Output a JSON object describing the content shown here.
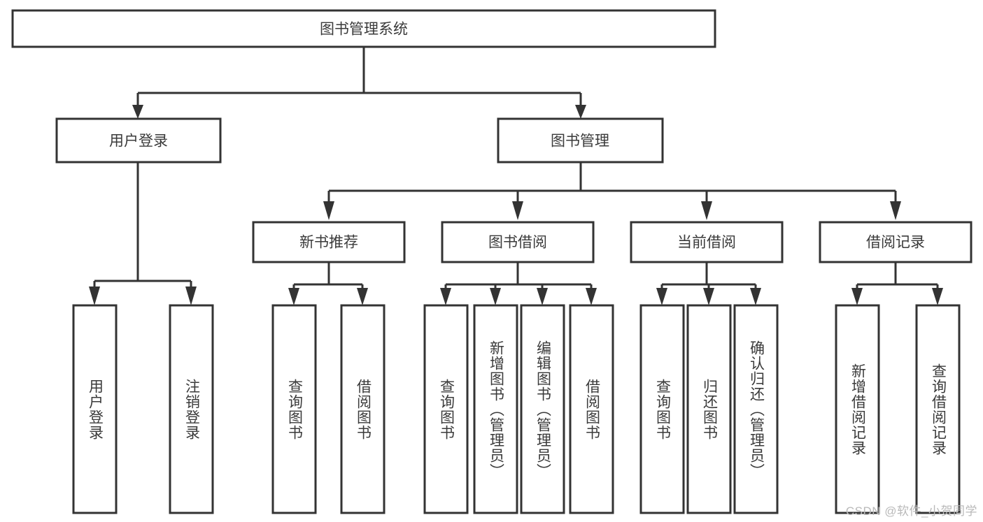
{
  "diagram": {
    "title": "图书管理系统",
    "type": "tree",
    "orientation": "top-down",
    "colors": {
      "box_stroke": "#333333",
      "box_fill": "#ffffff",
      "text": "#3a3a3a",
      "background": "#ffffff",
      "watermark": "#b9b9b9"
    },
    "root": {
      "label": "图书管理系统",
      "orientation": "horizontal"
    },
    "level2": [
      {
        "label": "用户登录",
        "orientation": "horizontal"
      },
      {
        "label": "图书管理",
        "orientation": "horizontal"
      }
    ],
    "level3": [
      {
        "label": "新书推荐",
        "orientation": "horizontal"
      },
      {
        "label": "图书借阅",
        "orientation": "horizontal"
      },
      {
        "label": "当前借阅",
        "orientation": "horizontal"
      },
      {
        "label": "借阅记录",
        "orientation": "horizontal"
      }
    ],
    "leaves": {
      "user_login": [
        {
          "label": "用户登录",
          "orientation": "vertical"
        },
        {
          "label": "注销登录",
          "orientation": "vertical"
        }
      ],
      "new_book_recommend": [
        {
          "label": "查询图书",
          "orientation": "vertical"
        },
        {
          "label": "借阅图书",
          "orientation": "vertical"
        }
      ],
      "book_borrow": [
        {
          "label": "查询图书",
          "orientation": "vertical"
        },
        {
          "label": "新增图书（管理员）",
          "orientation": "vertical"
        },
        {
          "label": "编辑图书（管理员）",
          "orientation": "vertical"
        },
        {
          "label": "借阅图书",
          "orientation": "vertical"
        }
      ],
      "current_borrow": [
        {
          "label": "查询图书",
          "orientation": "vertical"
        },
        {
          "label": "归还图书",
          "orientation": "vertical"
        },
        {
          "label": "确认归还（管理员）",
          "orientation": "vertical"
        }
      ],
      "borrow_record": [
        {
          "label": "新增借阅记录",
          "orientation": "vertical"
        },
        {
          "label": "查询借阅记录",
          "orientation": "vertical"
        }
      ]
    }
  },
  "watermark": {
    "text": "CSDN @软件_小贺同学"
  }
}
